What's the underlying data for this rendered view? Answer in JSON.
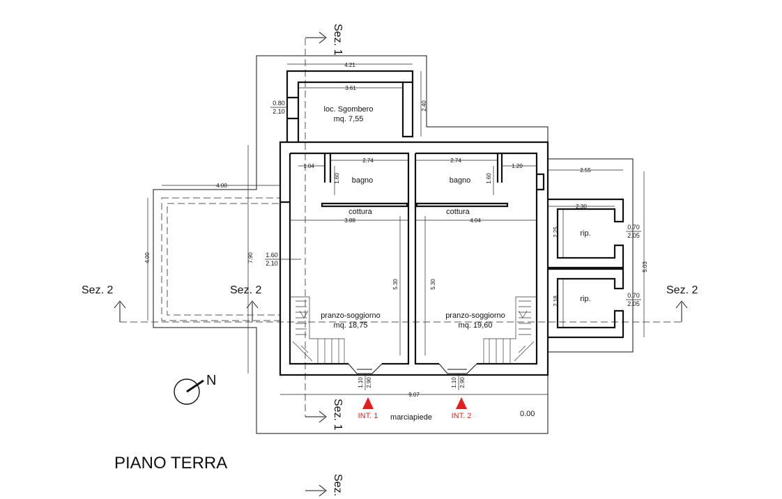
{
  "title": "PIANO TERRA",
  "north": "N",
  "sections": {
    "s1_top": "Sez. 1",
    "s1_bottom": "Sez. 1",
    "s1_cut": "Sez.",
    "s2_left": "Sez. 2",
    "s2_mid": "Sez. 2",
    "s2_right": "Sez. 2"
  },
  "rooms": {
    "sgombero_name": "loc. Sgombero",
    "sgombero_area": "mq. 7,55",
    "bagno_left": "bagno",
    "bagno_right": "bagno",
    "cottura_left": "cottura",
    "cottura_right": "cottura",
    "pranzo_left_name": "pranzo-soggiorno",
    "pranzo_left_area": "mq. 18,75",
    "pranzo_right_name": "pranzo-soggiorno",
    "pranzo_right_area": "mq. 19,60",
    "rip_top": "rip.",
    "rip_bottom": "rip.",
    "marciapiede": "marciapiede",
    "level": "0.00"
  },
  "entrances": {
    "int1": "INT. 1",
    "int2": "INT. 2"
  },
  "dims": {
    "d421": "4.21",
    "d361": "3.61",
    "d240": "2.40",
    "d080": "0.80",
    "d210a": "2.10",
    "d104": "1.04",
    "d274a": "2.74",
    "d274b": "2.74",
    "d120": "1.20",
    "d160a": "1.60",
    "d160b": "1.60",
    "d255": "2.55",
    "d400h": "4.00",
    "d400v": "4.00",
    "d790": "7.90",
    "d388": "3.88",
    "d404": "4.04",
    "d230": "2.30",
    "d225": "2.25",
    "d070a": "0.70",
    "d205a": "2.05",
    "d503": "5.03",
    "d160c": "1.60",
    "d210b": "2.10",
    "d530a": "5.30",
    "d530b": "5.30",
    "d218": "2.18",
    "d070b": "0.70",
    "d205b": "2.05",
    "d110a": "1.10",
    "d290a": "2.90",
    "d110b": "1.10",
    "d290b": "2.90",
    "d907": "9.07"
  }
}
